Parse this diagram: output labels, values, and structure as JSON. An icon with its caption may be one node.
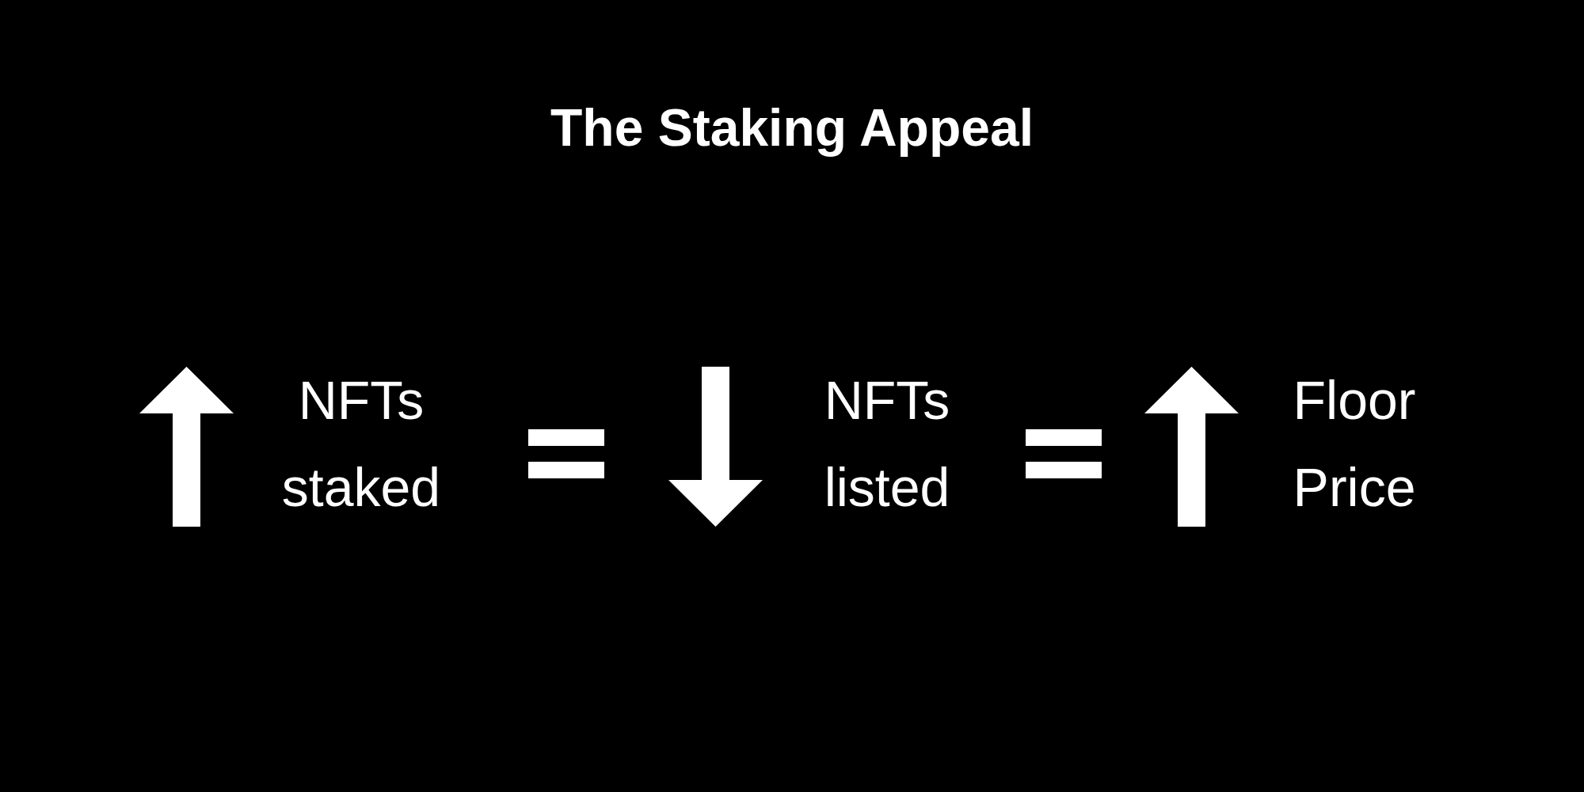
{
  "diagram": {
    "title": "The Staking Appeal",
    "labels": [
      "NFTs staked",
      "NFTs listed",
      "Floor Price"
    ]
  }
}
